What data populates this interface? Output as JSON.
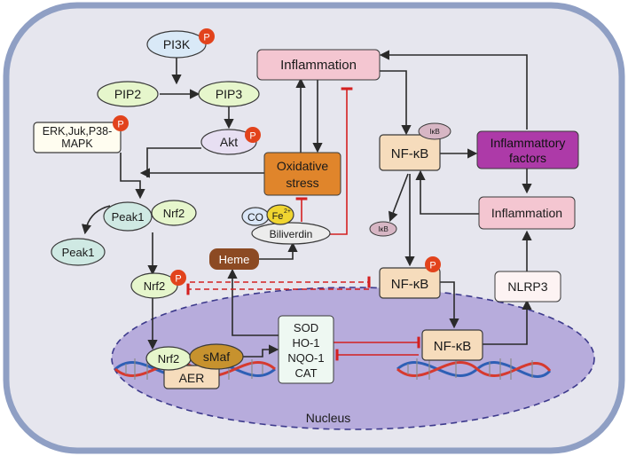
{
  "nodes": {
    "pi3k": "PI3K",
    "pip2": "PIP2",
    "pip3": "PIP3",
    "akt": "Akt",
    "erk_line1": "ERK,Juk,P38-",
    "erk_line2": "MAPK",
    "peak1_complex": "Peak1",
    "nrf2_complex": "Nrf2",
    "peak1_free": "Peak1",
    "nrf2_phospho": "Nrf2",
    "nrf2_nuclear": "Nrf2",
    "smaf": "sMaf",
    "aer": "AER",
    "heme": "Heme",
    "co": "CO",
    "fe": "Fe",
    "fe_sup": "2+",
    "biliverdin": "Biliverdin",
    "oxidative_line1": "Oxidative",
    "oxidative_line2": "stress",
    "inflammation_top": "Inflammation",
    "inflammation_right": "Inflammation",
    "infl_factors_line1": "Inflammattory",
    "infl_factors_line2": "factors",
    "nfkb_top": "NF-κB",
    "nfkb_phospho": "NF-κB",
    "nfkb_nuclear": "NF-κB",
    "ikb_top": "IκB",
    "ikb_released": "IκB",
    "nlrp3": "NLRP3",
    "antioxidants": [
      "SOD",
      "HO-1",
      "NQO-1",
      "CAT"
    ],
    "nucleus": "Nucleus",
    "phospho_mark": "P"
  },
  "colors": {
    "cell_fill": "#e6e6ee",
    "cell_border": "#8f9fc4",
    "nucleus_fill": "#b7acdc",
    "oxidative": "#e0852b",
    "inflammation": "#f4c6d1",
    "infl_factors": "#ad3aa8",
    "nfkb": "#f6dcbc",
    "heme": "#8c4a23",
    "phospho": "#e2431c",
    "pi3k": "#d9e9f7",
    "green_node": "#e6f6cc",
    "inhibition": "#d42020"
  }
}
